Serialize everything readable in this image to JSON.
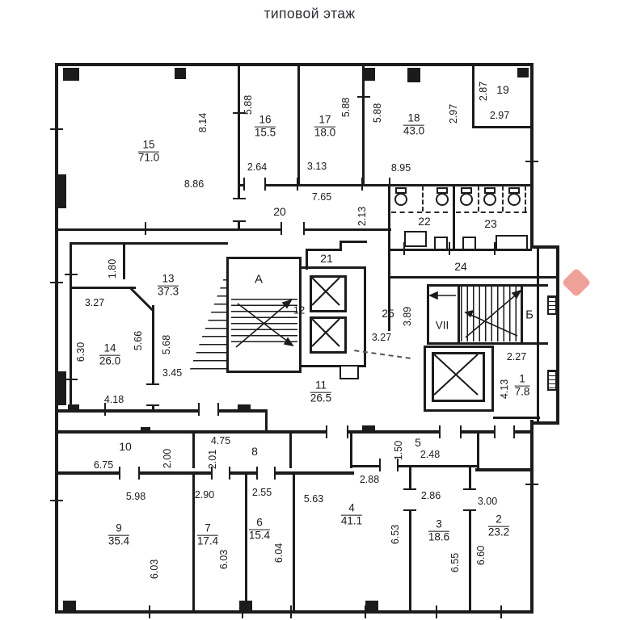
{
  "title": "типовой этаж",
  "marker_color": "#EFA098",
  "rooms": {
    "r15": {
      "num": "15",
      "area": "71.0"
    },
    "r16": {
      "num": "16",
      "area": "15.5"
    },
    "r17": {
      "num": "17",
      "area": "18.0"
    },
    "r18": {
      "num": "18",
      "area": "43.0"
    },
    "r13": {
      "num": "13",
      "area": "37.3"
    },
    "r14": {
      "num": "14",
      "area": "26.0"
    },
    "r11": {
      "num": "11",
      "area": "26.5"
    },
    "r1": {
      "num": "1",
      "area": "7.8"
    },
    "r9": {
      "num": "9",
      "area": "35.4"
    },
    "r7": {
      "num": "7",
      "area": "17.4"
    },
    "r6": {
      "num": "6",
      "area": "15.4"
    },
    "r4": {
      "num": "4",
      "area": "41.1"
    },
    "r3": {
      "num": "3",
      "area": "18.6"
    },
    "r2": {
      "num": "2",
      "area": "23.2"
    }
  },
  "zones": {
    "z19": "19",
    "z20": "20",
    "z21": "21",
    "z22": "22",
    "z23": "23",
    "z24": "24",
    "z25": "25",
    "z10": "10",
    "z8": "8",
    "z5": "5",
    "z12": "12",
    "stair_a": "А",
    "stair_b": "Б",
    "stair_vii": "VII"
  },
  "dims": {
    "v814": "8.14",
    "v588a": "5.88",
    "v588b": "5.88",
    "v588c": "5.88",
    "v287": "2.87",
    "v297": "2.97",
    "h297": "2.97",
    "h886": "8.86",
    "h264": "2.64",
    "h313": "3.13",
    "h895": "8.95",
    "h765": "7.65",
    "v213": "2.13",
    "v180": "1.80",
    "h327a": "3.27",
    "v630": "6.30",
    "v566": "5.66",
    "v568": "5.68",
    "h345": "3.45",
    "h418": "4.18",
    "v389": "3.89",
    "h327b": "3.27",
    "h227": "2.27",
    "v413": "4.13",
    "h675": "6.75",
    "v200": "2.00",
    "h475": "4.75",
    "v201": "2.01",
    "v150": "1.50",
    "h248": "2.48",
    "h288": "2.88",
    "h598": "5.98",
    "h290": "2.90",
    "h255": "2.55",
    "h563": "5.63",
    "h286": "2.86",
    "h300": "3.00",
    "v603a": "6.03",
    "v603b": "6.03",
    "v604": "6.04",
    "v653": "6.53",
    "v655": "6.55",
    "v660": "6.60"
  }
}
